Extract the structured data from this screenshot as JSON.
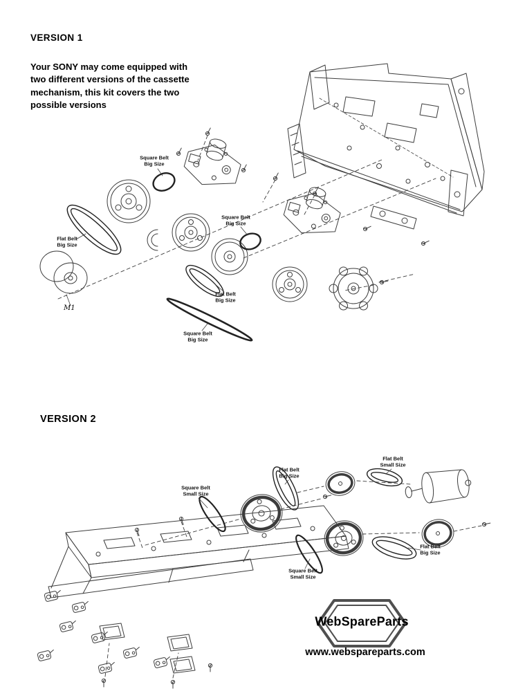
{
  "version1": {
    "title": "VERSION 1",
    "intro": "Your SONY may come equipped with\ntwo different versions of the cassette\nmechanism, this kit covers the two\npossible versions",
    "motor_label": "M1",
    "labels": [
      {
        "text": "Square Belt\nBig Size"
      },
      {
        "text": "Flat Belt\nBig Size"
      },
      {
        "text": "Square Belt\nBig Size"
      },
      {
        "text": "Flat Belt\nBig Size"
      },
      {
        "text": "Square Belt\nBig Size"
      }
    ]
  },
  "version2": {
    "title": "VERSION 2",
    "labels": [
      {
        "text": "Square Belt\nSmall Size"
      },
      {
        "text": "Flat Belt\nBig Size"
      },
      {
        "text": "Flat Belt\nSmall Size"
      },
      {
        "text": "Square Belt\nSmall Size"
      },
      {
        "text": "Flat Belt\nBig Size"
      }
    ]
  },
  "footer": {
    "brand": "WebSpareParts",
    "site": "www.webspareparts.com"
  }
}
